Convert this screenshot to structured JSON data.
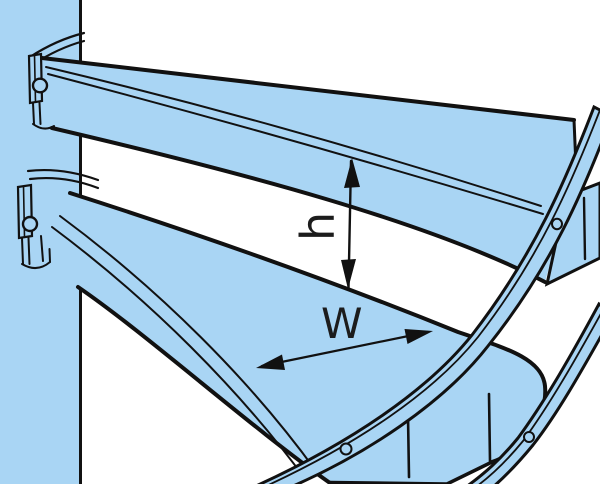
{
  "diagram": {
    "type": "technical-illustration",
    "labels": {
      "riser_height": "h",
      "tread_width": "W"
    },
    "icons": {
      "riser_height_dimension": "double-headed-arrow-vertical",
      "tread_width_dimension": "double-headed-arrow-diagonal"
    },
    "colors": {
      "fill": "#a9d5f4",
      "line": "#111111",
      "label": "#1c1c1c",
      "background": "#ffffff"
    }
  }
}
